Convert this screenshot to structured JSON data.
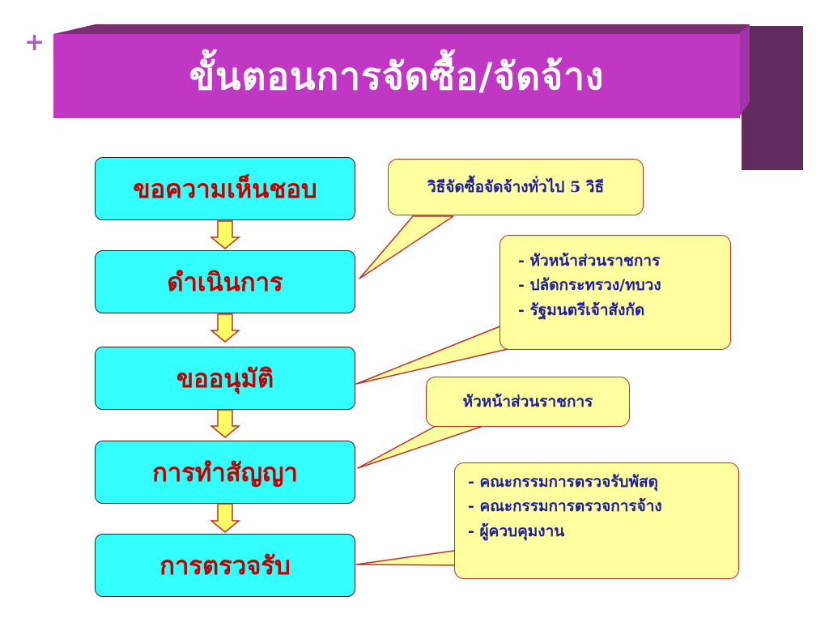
{
  "plus_glyph": "+",
  "title": "ขั้นตอนการจัดซื้อ/จัดจ้าง",
  "steps": [
    "ขอความเห็นชอบ",
    "ดำเนินการ",
    "ขออนุมัติ",
    "การทำสัญญา",
    "การตรวจรับ"
  ],
  "callouts": [
    {
      "lines": [
        "วิธีจัดซื้อจัดจ้างทั่วไป 5 วิธี"
      ]
    },
    {
      "lines": [
        "- หัวหน้าส่วนราชการ",
        "- ปลัดกระทรวง/ทบวง",
        "- รัฐมนตรีเจ้าสังกัด"
      ]
    },
    {
      "lines": [
        "หัวหน้าส่วนราชการ"
      ]
    },
    {
      "lines": [
        "- คณะกรรมการตรวจรับพัสดุ",
        "- คณะกรรมการตรวจการจ้าง",
        "- ผู้ควบคุมงาน"
      ]
    }
  ],
  "colors": {
    "title_bg": "#c037c4",
    "corner_block": "#612c5d",
    "step_fill": "#33ffff",
    "step_text": "#c00000",
    "callout_fill": "#ffffa0",
    "callout_text": "#1e1e9a",
    "arrow_fill": "#ffff66"
  }
}
